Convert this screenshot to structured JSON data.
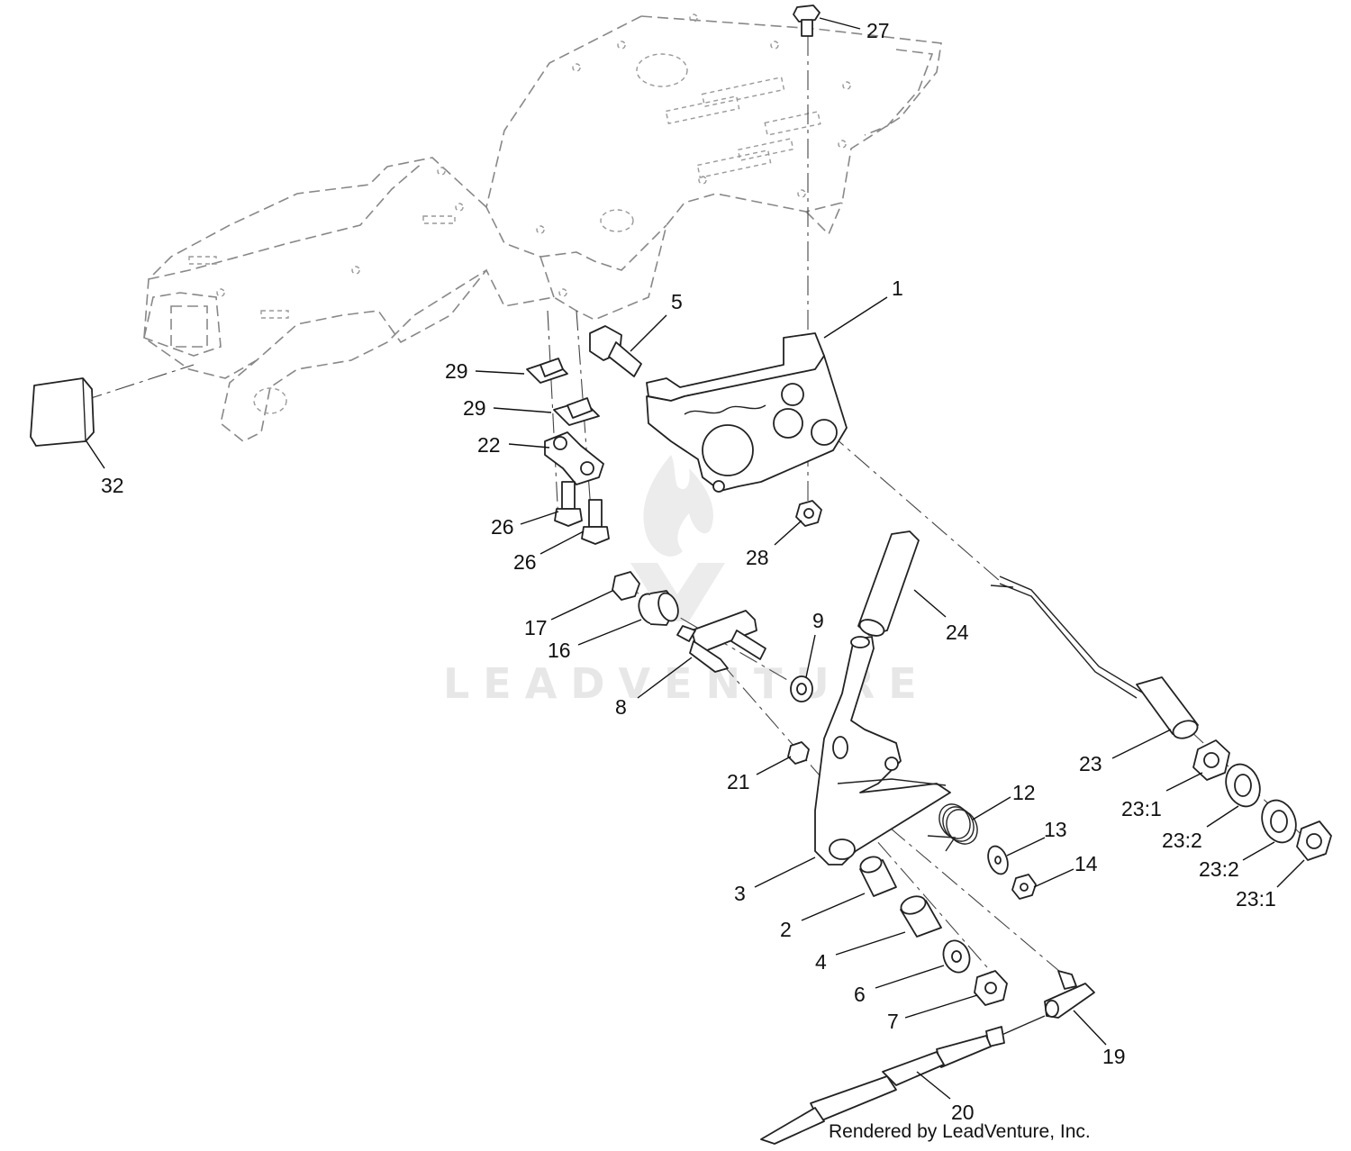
{
  "diagram": {
    "callouts": [
      {
        "id": "c27",
        "label": "27"
      },
      {
        "id": "c1",
        "label": "1"
      },
      {
        "id": "c5",
        "label": "5"
      },
      {
        "id": "c29a",
        "label": "29"
      },
      {
        "id": "c29b",
        "label": "29"
      },
      {
        "id": "c22",
        "label": "22"
      },
      {
        "id": "c32",
        "label": "32"
      },
      {
        "id": "c26a",
        "label": "26"
      },
      {
        "id": "c26b",
        "label": "26"
      },
      {
        "id": "c28",
        "label": "28"
      },
      {
        "id": "c24",
        "label": "24"
      },
      {
        "id": "c17",
        "label": "17"
      },
      {
        "id": "c16",
        "label": "16"
      },
      {
        "id": "c9",
        "label": "9"
      },
      {
        "id": "c8",
        "label": "8"
      },
      {
        "id": "c23",
        "label": "23"
      },
      {
        "id": "c21",
        "label": "21"
      },
      {
        "id": "c12",
        "label": "12"
      },
      {
        "id": "c13",
        "label": "13"
      },
      {
        "id": "c14",
        "label": "14"
      },
      {
        "id": "c231a",
        "label": "23:1"
      },
      {
        "id": "c232a",
        "label": "23:2"
      },
      {
        "id": "c232b",
        "label": "23:2"
      },
      {
        "id": "c231b",
        "label": "23:1"
      },
      {
        "id": "c3",
        "label": "3"
      },
      {
        "id": "c2",
        "label": "2"
      },
      {
        "id": "c4",
        "label": "4"
      },
      {
        "id": "c6",
        "label": "6"
      },
      {
        "id": "c7",
        "label": "7"
      },
      {
        "id": "c19",
        "label": "19"
      },
      {
        "id": "c20",
        "label": "20"
      }
    ],
    "watermark": "LEADVENTURE",
    "credit": "Rendered by LeadVenture, Inc."
  }
}
